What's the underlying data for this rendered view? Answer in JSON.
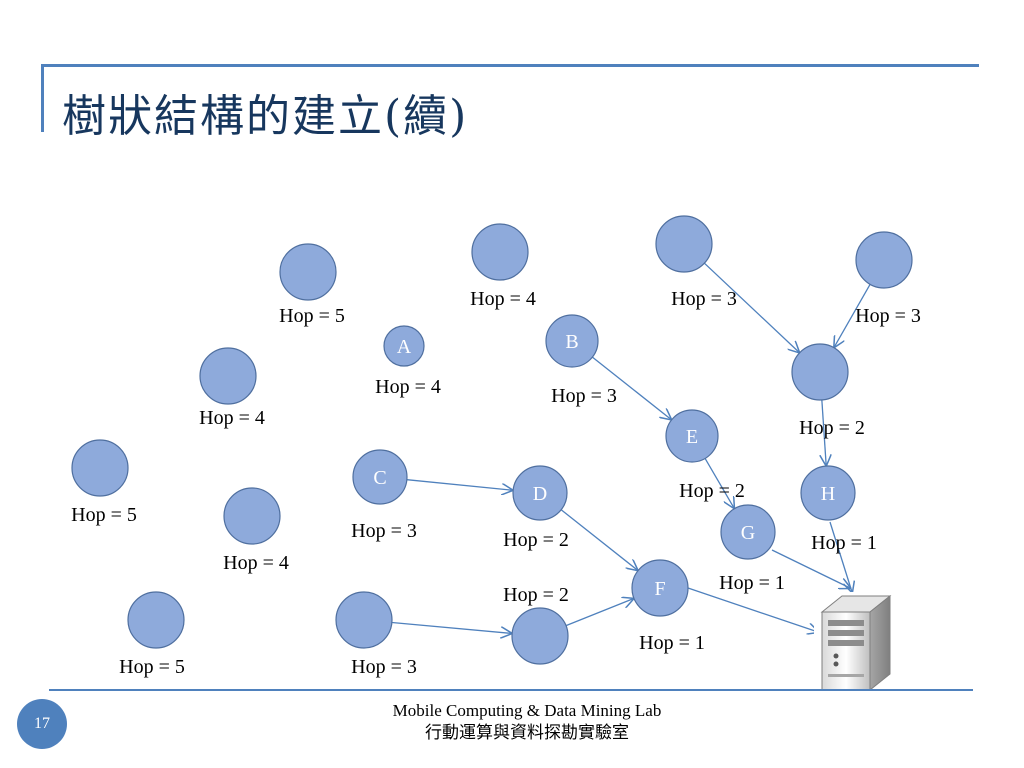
{
  "slide": {
    "title": "樹狀結構的建立(續)",
    "page_number": "17",
    "footer_line1": "Mobile Computing & Data Mining Lab",
    "footer_line2": "行動運算與資料探勘實驗室",
    "accent_color": "#4f81bd",
    "node_color": "#8eaadb"
  },
  "nodes": [
    {
      "id": "n1",
      "letter": "",
      "hop": "Hop = 5"
    },
    {
      "id": "n2",
      "letter": "",
      "hop": "Hop = 4"
    },
    {
      "id": "n3",
      "letter": "",
      "hop": "Hop = 3"
    },
    {
      "id": "n4",
      "letter": "",
      "hop": "Hop = 3"
    },
    {
      "id": "A",
      "letter": "A",
      "hop": "Hop = 4"
    },
    {
      "id": "B",
      "letter": "B",
      "hop": "Hop = 3"
    },
    {
      "id": "n7",
      "letter": "",
      "hop": "Hop = 4"
    },
    {
      "id": "n8",
      "letter": "",
      "hop": "Hop = 2"
    },
    {
      "id": "E",
      "letter": "E",
      "hop": "Hop = 2"
    },
    {
      "id": "n10",
      "letter": "",
      "hop": "Hop = 5"
    },
    {
      "id": "C",
      "letter": "C",
      "hop": "Hop = 3"
    },
    {
      "id": "D",
      "letter": "D",
      "hop": "Hop = 2"
    },
    {
      "id": "H",
      "letter": "H",
      "hop": "Hop = 1"
    },
    {
      "id": "n14",
      "letter": "",
      "hop": "Hop = 4"
    },
    {
      "id": "G",
      "letter": "G",
      "hop": "Hop = 1"
    },
    {
      "id": "F",
      "letter": "F",
      "hop": "Hop = 1"
    },
    {
      "id": "n17",
      "letter": "",
      "hop": "Hop = 2"
    },
    {
      "id": "n18",
      "letter": "",
      "hop": "Hop = 5"
    },
    {
      "id": "n19",
      "letter": "",
      "hop": "Hop = 3"
    }
  ],
  "edges": [
    {
      "from": "n3",
      "to": "n8"
    },
    {
      "from": "n4",
      "to": "n8"
    },
    {
      "from": "n8",
      "to": "H"
    },
    {
      "from": "H",
      "to": "server"
    },
    {
      "from": "B",
      "to": "E"
    },
    {
      "from": "E",
      "to": "G"
    },
    {
      "from": "G",
      "to": "server"
    },
    {
      "from": "C",
      "to": "D"
    },
    {
      "from": "D",
      "to": "F"
    },
    {
      "from": "F",
      "to": "server"
    },
    {
      "from": "n19",
      "to": "n17"
    },
    {
      "from": "n17",
      "to": "F"
    }
  ],
  "server": {
    "icon": "server-icon"
  }
}
